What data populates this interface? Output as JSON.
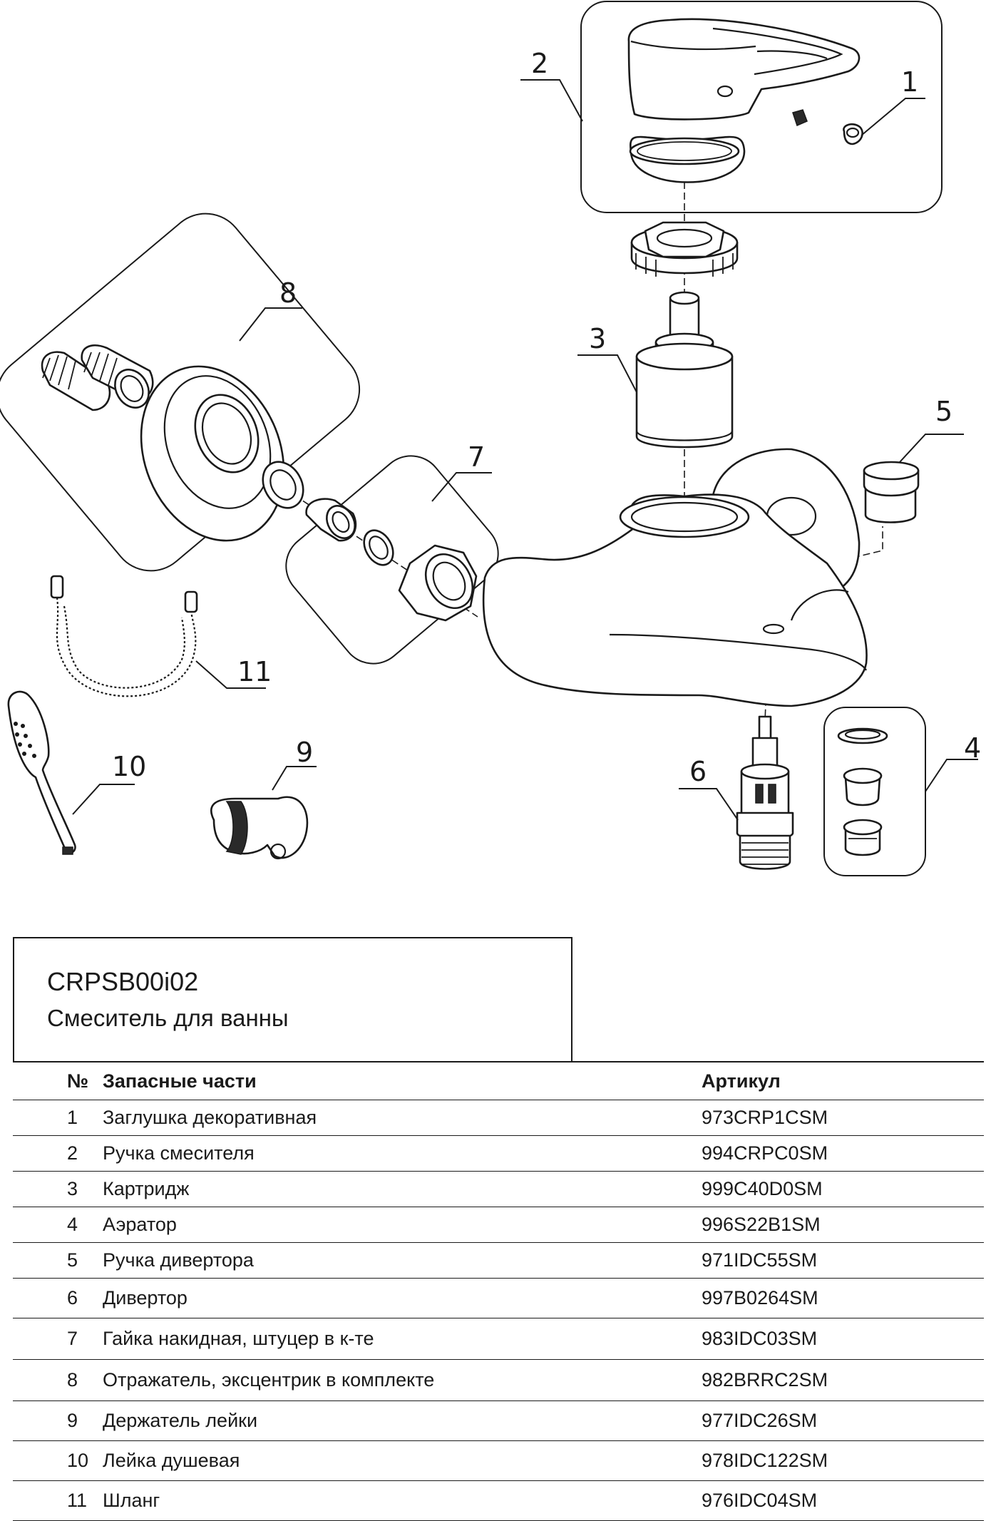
{
  "callouts": [
    "1",
    "2",
    "3",
    "4",
    "5",
    "6",
    "7",
    "8",
    "9",
    "10",
    "11"
  ],
  "title": {
    "model_code": "CRPSB00i02",
    "product_name": "Смеситель для ванны"
  },
  "table": {
    "headers": [
      "№",
      "Запасные части",
      "Артикул"
    ],
    "rows": [
      {
        "no": "1",
        "name": "Заглушка декоративная",
        "article": "973CRP1CSM"
      },
      {
        "no": "2",
        "name": "Ручка смесителя",
        "article": "994CRPC0SM"
      },
      {
        "no": "3",
        "name": "Картридж",
        "article": "999C40D0SM"
      },
      {
        "no": "4",
        "name": "Аэратор",
        "article": "996S22B1SM"
      },
      {
        "no": "5",
        "name": "Ручка дивертора",
        "article": "971IDC55SM"
      },
      {
        "no": "6",
        "name": "Дивертор",
        "article": "997B0264SM"
      },
      {
        "no": "7",
        "name": "Гайка накидная, штуцер в к-те",
        "article": "983IDC03SM"
      },
      {
        "no": "8",
        "name": "Отражатель, эксцентрик в комплекте",
        "article": "982BRRC2SM"
      },
      {
        "no": "9",
        "name": "Держатель лейки",
        "article": "977IDC26SM"
      },
      {
        "no": "10",
        "name": "Лейка душевая",
        "article": "978IDC122SM"
      },
      {
        "no": "11",
        "name": "Шланг",
        "article": "976IDC04SM"
      }
    ]
  }
}
